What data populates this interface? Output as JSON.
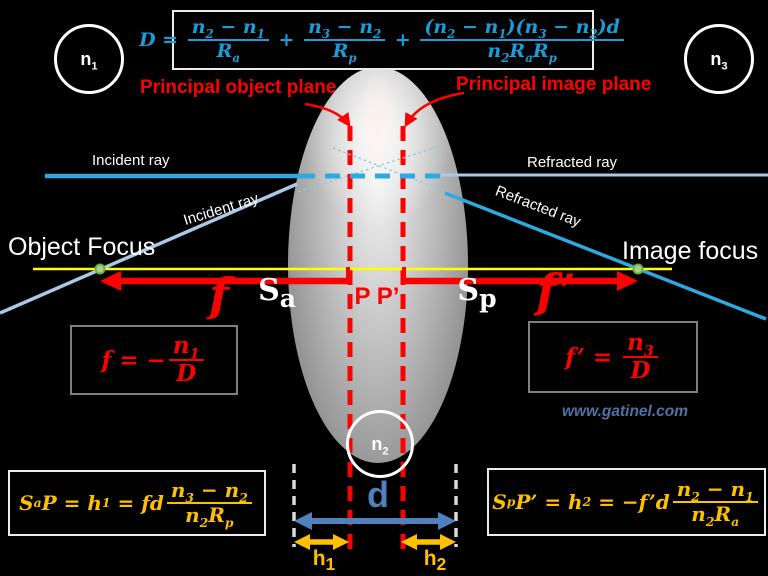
{
  "colors": {
    "background": "#000000",
    "ray_cyan": "#2caae1",
    "ray_pale_blue": "#abc8e6",
    "construction_dotted": "#8ec7e8",
    "formula_cyan": "#1b9dd9",
    "accent_red": "#ff0000",
    "formula_gold": "#ffc000",
    "arrow_blue": "#4f81bd",
    "axis_yellow": "#ffff00",
    "focus_green": "#70ad47",
    "gray_dash": "#d9d9d9",
    "watermark_blue": "#4f72a3"
  },
  "labels": {
    "principal_object_plane": "Principal object plane",
    "principal_image_plane": "Principal image plane",
    "incident_ray_top": "Incident ray",
    "incident_ray_diagonal": "Incident ray",
    "refracted_ray_top": "Refracted ray",
    "refracted_ray_diagonal": "Refracted ray",
    "object_focus": "Object Focus",
    "image_focus": "Image focus",
    "f": "f",
    "f_prime": "f’",
    "principal_points": "P P’",
    "d": "d",
    "watermark": "www.gatinel.com"
  },
  "symbols": {
    "n1": [
      {
        "t": "n"
      },
      {
        "sub": "1"
      }
    ],
    "n2": [
      {
        "t": "n"
      },
      {
        "sub": "2"
      }
    ],
    "n3": [
      {
        "t": "n"
      },
      {
        "sub": "3"
      }
    ],
    "sa": [
      {
        "t": "S"
      },
      {
        "sub": "a"
      }
    ],
    "sp": [
      {
        "t": "S"
      },
      {
        "sub": "p"
      }
    ],
    "h1": [
      {
        "t": "h"
      },
      {
        "sub": "1"
      }
    ],
    "h2": [
      {
        "t": "h"
      },
      {
        "sub": "2"
      }
    ]
  },
  "formulas": {
    "power": [
      {
        "t": "D = "
      },
      {
        "frac": {
          "num": [
            {
              "t": "n"
            },
            {
              "sub": "2"
            },
            {
              "t": " − n"
            },
            {
              "sub": "1"
            }
          ],
          "den": [
            {
              "t": "R"
            },
            {
              "sub": "a"
            }
          ]
        }
      },
      {
        "t": " + "
      },
      {
        "frac": {
          "num": [
            {
              "t": "n"
            },
            {
              "sub": "3"
            },
            {
              "t": " − n"
            },
            {
              "sub": "2"
            }
          ],
          "den": [
            {
              "t": "R"
            },
            {
              "sub": "p"
            }
          ]
        }
      },
      {
        "t": " + "
      },
      {
        "frac": {
          "num": [
            {
              "t": "(n"
            },
            {
              "sub": "2"
            },
            {
              "t": " − n"
            },
            {
              "sub": "1"
            },
            {
              "t": ")(n"
            },
            {
              "sub": "3"
            },
            {
              "t": " − n"
            },
            {
              "sub": "2"
            },
            {
              "t": ")d"
            }
          ],
          "den": [
            {
              "t": "n"
            },
            {
              "sub": "2"
            },
            {
              "t": "R"
            },
            {
              "sub": "a"
            },
            {
              "t": "R"
            },
            {
              "sub": "p"
            }
          ]
        }
      }
    ],
    "object_focal": [
      {
        "t": "f = −"
      },
      {
        "frac": {
          "num": [
            {
              "t": "n"
            },
            {
              "sub": "1"
            }
          ],
          "den": [
            {
              "t": "D"
            }
          ]
        }
      }
    ],
    "image_focal": [
      {
        "t": "f’ = "
      },
      {
        "frac": {
          "num": [
            {
              "t": "n"
            },
            {
              "sub": "3"
            }
          ],
          "den": [
            {
              "t": "D"
            }
          ]
        }
      }
    ],
    "h1_distance": [
      {
        "t": "S"
      },
      {
        "sub": "a"
      },
      {
        "t": "P = h"
      },
      {
        "sub": "1"
      },
      {
        "t": " = fd"
      },
      {
        "frac": {
          "num": [
            {
              "t": "n"
            },
            {
              "sub": "3"
            },
            {
              "t": " − n"
            },
            {
              "sub": "2"
            }
          ],
          "den": [
            {
              "t": "n"
            },
            {
              "sub": "2"
            },
            {
              "t": "R"
            },
            {
              "sub": "p"
            }
          ]
        }
      }
    ],
    "h2_distance": [
      {
        "t": "S"
      },
      {
        "sub": "p"
      },
      {
        "t": "P’ = h"
      },
      {
        "sub": "2"
      },
      {
        "t": " = −f’d"
      },
      {
        "frac": {
          "num": [
            {
              "t": "n"
            },
            {
              "sub": "2"
            },
            {
              "t": " − n"
            },
            {
              "sub": "1"
            }
          ],
          "den": [
            {
              "t": "n"
            },
            {
              "sub": "2"
            },
            {
              "t": "R"
            },
            {
              "sub": "a"
            }
          ]
        }
      }
    ]
  }
}
